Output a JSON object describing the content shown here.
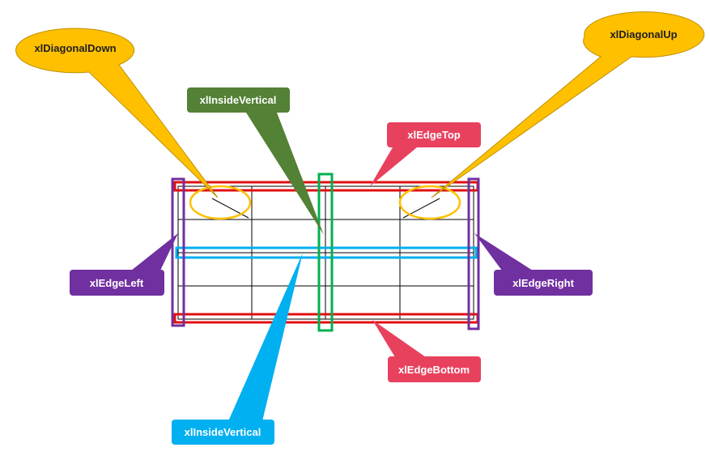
{
  "callouts": {
    "diagonal_down": {
      "text": "xlDiagonalDown",
      "color": "#FFC000"
    },
    "diagonal_up": {
      "text": "xlDiagonalUp",
      "color": "#FFC000"
    },
    "inside_vertical": {
      "text": "xlInsideVertical",
      "color": "#538135"
    },
    "edge_top": {
      "text": "xlEdgeTop",
      "color": "#E8415E"
    },
    "edge_left": {
      "text": "xlEdgeLeft",
      "color": "#7030A0"
    },
    "edge_right": {
      "text": "xlEdgeRight",
      "color": "#7030A0"
    },
    "edge_bottom": {
      "text": "xlEdgeBottom",
      "color": "#E8415E"
    },
    "inside_horizontal": {
      "text": "xlInsideVertical",
      "color": "#00B0F0"
    }
  },
  "grid": {
    "rows": 4,
    "columns": 4,
    "line_color": "#000000"
  },
  "highlight_colors": {
    "edge_top_bottom": "#E01010",
    "edge_left_right": "#7030A0",
    "inside_vertical": "#00B050",
    "inside_horizontal": "#00B0F0",
    "diagonal_ellipse": "#FFC000"
  },
  "icons": {
    "callout_shape": "speech-callout-icon"
  }
}
